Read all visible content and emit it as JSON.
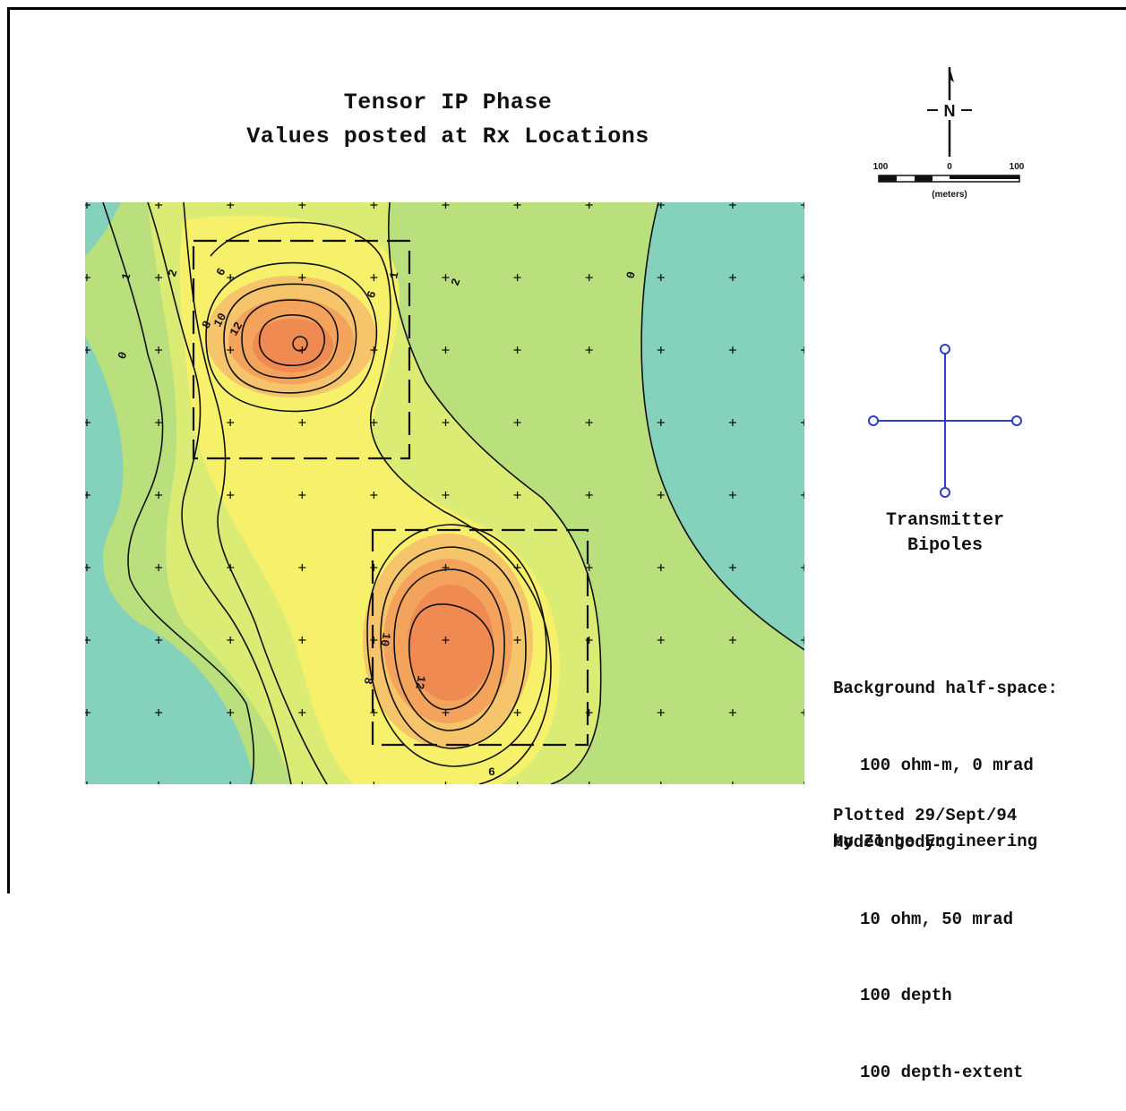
{
  "title_line1": "Tensor IP Phase",
  "title_line2": "Values posted at Rx Locations",
  "north": {
    "label": "N",
    "scale_left": "100",
    "scale_mid": "0",
    "scale_right": "100",
    "scale_unit": "(meters)"
  },
  "transmitter": {
    "line1": "Transmitter",
    "line2": "Bipoles"
  },
  "notes": {
    "bg_label": "Background half-space:",
    "bg_value": "100 ohm-m, 0 mrad",
    "model_label": "Model body:",
    "model_resistivity": "10 ohm, 50 mrad",
    "model_depth": "100 depth",
    "model_extent": "100 depth-extent"
  },
  "plotted": {
    "line1": "Plotted 29/Sept/94",
    "line2": "by Zonge Engineering"
  },
  "contour_labels": {
    "c1": "1",
    "c2a": "2",
    "c6a": "6",
    "c6b": "6",
    "c1b": "1",
    "c2b": "2",
    "c0a": "0",
    "c0b": "0",
    "c8a": "8",
    "c10a": "10",
    "c12a": "12",
    "c10b": "10",
    "c12b": "12",
    "c8b": "8",
    "c6c": "6"
  },
  "colors": {
    "teal": "#7fd0b8",
    "green": "#b8e07a",
    "yellow": "#f5f070",
    "orange": "#f4a060",
    "deep": "#ee8050",
    "tx_blue": "#2a3fd0"
  }
}
